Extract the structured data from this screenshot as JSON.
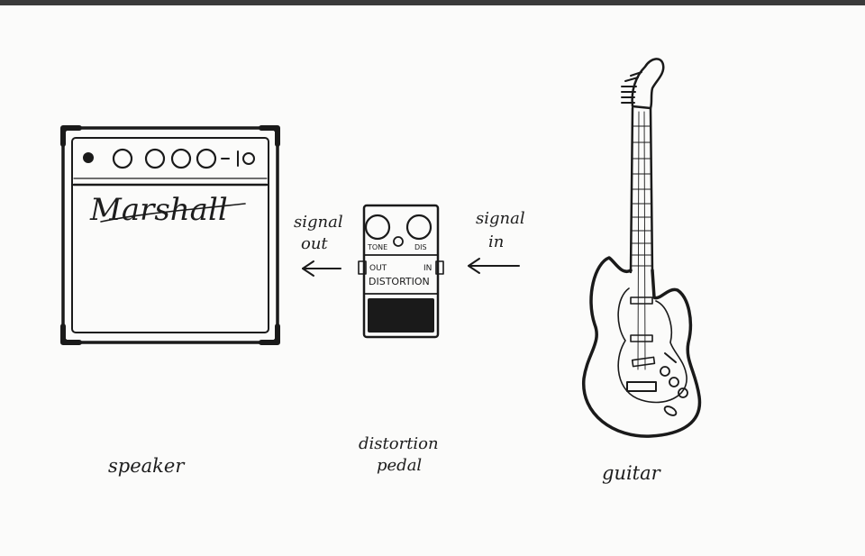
{
  "amp": {
    "brand": "Marshall",
    "caption": "speaker"
  },
  "pedal": {
    "knob_left": "TONE",
    "knob_right": "DIS",
    "jack_out": "OUT",
    "jack_in": "IN",
    "name": "DISTORTION",
    "caption_line1": "distortion",
    "caption_line2": "pedal"
  },
  "guitar": {
    "caption": "guitar"
  },
  "signal_out": {
    "line1": "signal",
    "line2": "out"
  },
  "signal_in": {
    "line1": "signal",
    "line2": "in"
  },
  "colors": {
    "ink": "#1a1a1a",
    "paper": "#fbfbfa",
    "grille_fill": "#1a1a1a"
  }
}
